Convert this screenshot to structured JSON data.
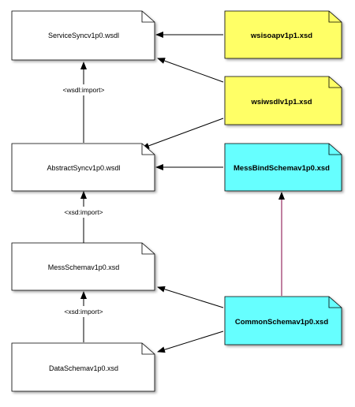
{
  "documents": {
    "service_syncv1p0": {
      "label": "ServiceSyncv1p0.wsdl",
      "fill": "#ffffff"
    },
    "wsisoapv1p1": {
      "label": "wsisoapv1p1.xsd",
      "fill": "#ffff66"
    },
    "wsiwsdlv1p1": {
      "label": "wsiwsdlv1p1.xsd",
      "fill": "#ffff66"
    },
    "abstract_syncv1p0": {
      "label": "AbstractSyncv1p0.wsdl",
      "fill": "#ffffff"
    },
    "mess_bind_schemav1p0": {
      "label": "MessBindSchemav1p0.xsd",
      "fill": "#66ffff"
    },
    "mess_schemav1p0": {
      "label": "MessSchemav1p0.xsd",
      "fill": "#ffffff"
    },
    "common_schemav1p0": {
      "label": "CommonSchemav1p0.xsd",
      "fill": "#66ffff"
    },
    "data_schemav1p0": {
      "label": "DataSchemav1p0.xsd",
      "fill": "#ffffff"
    }
  },
  "edge_labels": {
    "wsdl_import": "<wsdl:import>",
    "xsd_import_1": "<xsd:import>",
    "xsd_import_2": "<xsd:import>"
  },
  "colors": {
    "arrow": "#000000",
    "common_to_messbind_line": "#800040"
  }
}
